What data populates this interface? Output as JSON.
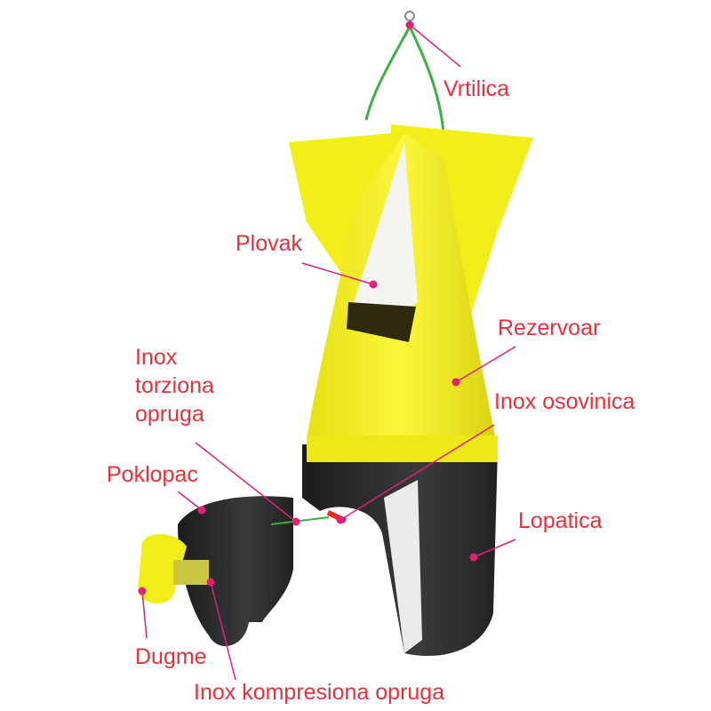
{
  "labels": {
    "vrtilica": "Vrtilica",
    "plovak": "Plovak",
    "rezervoar": "Rezervoar",
    "inox_torziona_line1": "Inox",
    "inox_torziona_line2": "torziona",
    "inox_torziona_line3": "opruga",
    "inox_osovinica": "Inox osovinica",
    "poklopac": "Poklopac",
    "lopatica": "Lopatica",
    "dugme": "Dugme",
    "inox_kompresiona_opruga": "Inox kompresiona opruga"
  },
  "colors": {
    "label": "#e8303a",
    "leader": "#e0207a",
    "body_yellow": "#f2ee1a",
    "dark_part": "#2a2a2a",
    "float_white": "#f4f4f0",
    "wire_green": "#3cb043"
  }
}
